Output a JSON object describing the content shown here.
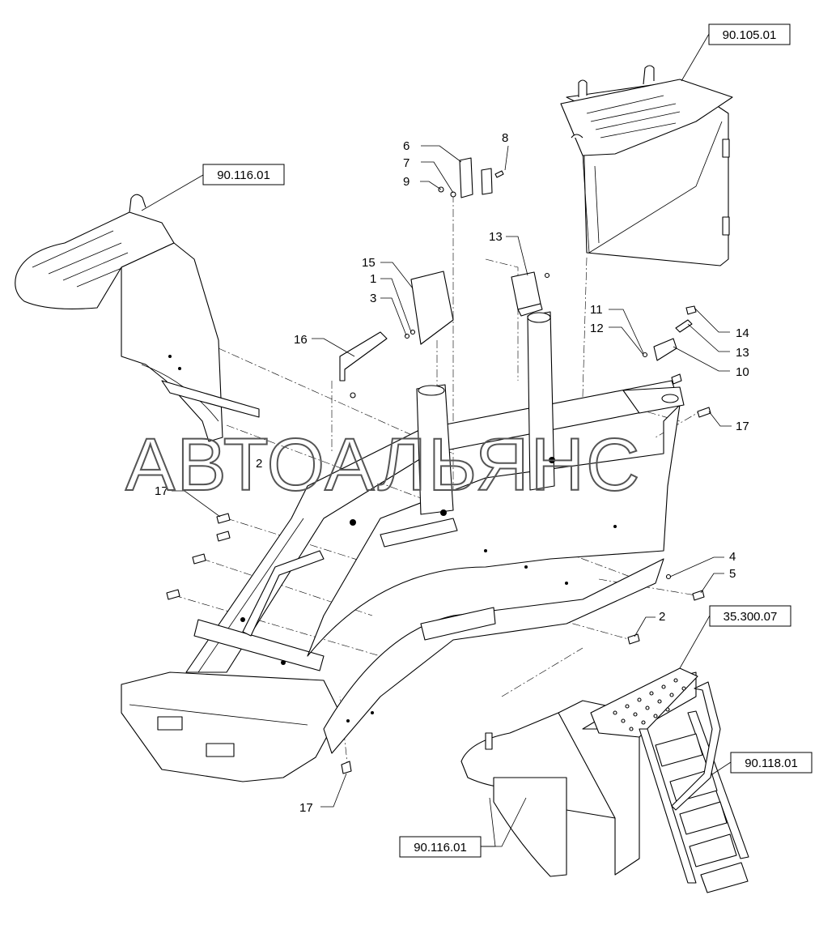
{
  "watermark": "АВТОАЛЬЯНС",
  "reference_boxes": [
    {
      "id": "ref-top-right",
      "label": "90.105.01"
    },
    {
      "id": "ref-left",
      "label": "90.116.01"
    },
    {
      "id": "ref-step-top",
      "label": "35.300.07"
    },
    {
      "id": "ref-step-right",
      "label": "90.118.01"
    },
    {
      "id": "ref-bottom",
      "label": "90.116.01"
    }
  ],
  "callouts": {
    "c6": "6",
    "c7": "7",
    "c8": "8",
    "c9": "9",
    "c13a": "13",
    "c15": "15",
    "c1": "1",
    "c3": "3",
    "c16": "16",
    "c11": "11",
    "c12": "12",
    "c14": "14",
    "c13b": "13",
    "c10": "10",
    "c17a": "17",
    "c17b": "17",
    "c17c": "17",
    "c2a": "2",
    "c2b": "2",
    "c4": "4",
    "c5": "5"
  }
}
